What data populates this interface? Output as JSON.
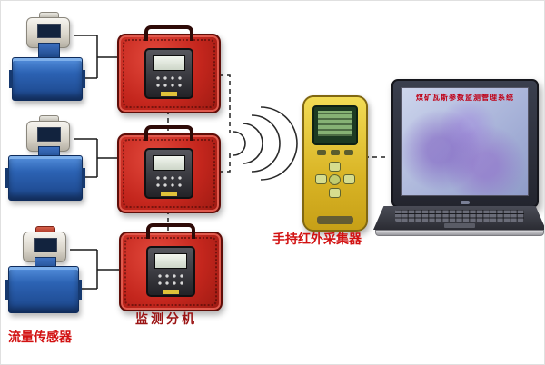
{
  "labels": {
    "flow_sensor": "流量传感器",
    "monitor_unit": "监测分机",
    "handheld_collector": "手持红外采集器"
  },
  "laptop": {
    "screen_title": "煤矿瓦斯参数监测管理系统"
  },
  "components": {
    "flow_sensor_count": 3,
    "monitor_unit_count": 3
  },
  "colors": {
    "case_red": "#c4261d",
    "tank_blue": "#2b5fae",
    "handheld_yellow": "#e7c733",
    "label_red": "#d21212"
  }
}
